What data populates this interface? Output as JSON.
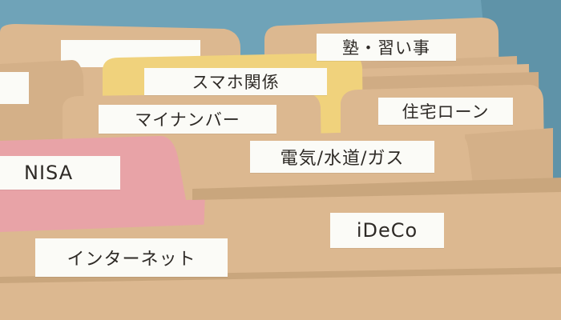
{
  "colors": {
    "background": "#6fa3b8",
    "box_blue": "#6fa3b8",
    "folder_kraft": "#dcb890",
    "folder_kraft_shade": "#c9a67d",
    "folder_pink": "#e8a3a7",
    "folder_yellow": "#f0d27c",
    "label_paper": "#fbfbf7",
    "box_corner_green": "#c9e8cf"
  },
  "tabs": {
    "juku": "塾・習い事",
    "sumaho": "スマホ関係",
    "jutaku": "住宅ローン",
    "mynumber": "マイナンバー",
    "denki": "電気/水道/ガス",
    "nisa": "NISA",
    "ideco": "iDeCo",
    "internet": "インターネット"
  }
}
